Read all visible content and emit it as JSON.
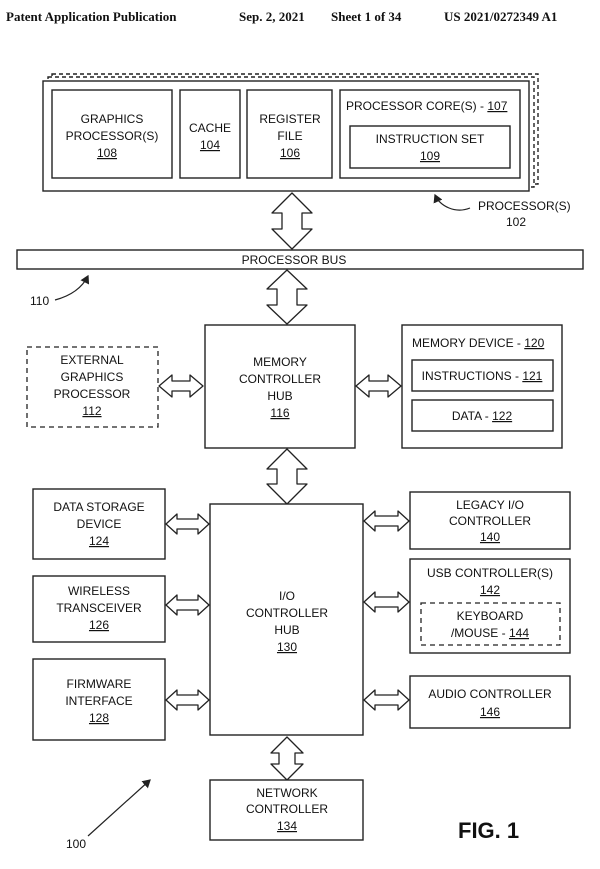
{
  "header": {
    "left": "Patent Application Publication",
    "date": "Sep. 2, 2021",
    "sheet": "Sheet 1 of 34",
    "number": "US 2021/0272349 A1"
  },
  "diagram": {
    "graphics_processor": {
      "line1": "GRAPHICS",
      "line2": "PROCESSOR(S)",
      "ref": "108"
    },
    "cache": {
      "line1": "CACHE",
      "ref": "104"
    },
    "register_file": {
      "line1": "REGISTER",
      "line2": "FILE",
      "ref": "106"
    },
    "processor_core": {
      "label": "PROCESSOR CORE(S) - ",
      "ref": "107"
    },
    "instruction_set": {
      "line1": "INSTRUCTION SET",
      "ref": "109"
    },
    "processor": {
      "label": "PROCESSOR(S)",
      "ref": "102"
    },
    "processor_bus": {
      "label": "PROCESSOR BUS"
    },
    "bus_ref": "110",
    "external_graphics": {
      "line1": "EXTERNAL",
      "line2": "GRAPHICS",
      "line3": "PROCESSOR",
      "ref": "112"
    },
    "memory_controller_hub": {
      "line1": "MEMORY",
      "line2": "CONTROLLER",
      "line3": "HUB",
      "ref": "116"
    },
    "memory_device": {
      "label": "MEMORY DEVICE - ",
      "ref": "120"
    },
    "instructions": {
      "label": "INSTRUCTIONS - ",
      "ref": "121"
    },
    "data": {
      "label": "DATA - ",
      "ref": "122"
    },
    "data_storage": {
      "line1": "DATA STORAGE",
      "line2": "DEVICE",
      "ref": "124"
    },
    "wireless": {
      "line1": "WIRELESS",
      "line2": "TRANSCEIVER",
      "ref": "126"
    },
    "firmware": {
      "line1": "FIRMWARE",
      "line2": "INTERFACE",
      "ref": "128"
    },
    "io_controller_hub": {
      "line1": "I/O",
      "line2": "CONTROLLER",
      "line3": "HUB",
      "ref": "130"
    },
    "legacy_io": {
      "line1": "LEGACY I/O",
      "line2": "CONTROLLER",
      "ref": "140"
    },
    "usb_controller": {
      "line1": "USB CONTROLLER(S)",
      "ref": "142"
    },
    "keyboard_mouse": {
      "line1": "KEYBOARD",
      "line2": "/MOUSE - ",
      "ref": "144"
    },
    "audio_controller": {
      "line1": "AUDIO CONTROLLER",
      "ref": "146"
    },
    "network_controller": {
      "line1": "NETWORK",
      "line2": "CONTROLLER",
      "ref": "134"
    },
    "system_ref": "100",
    "figure_label": "FIG. 1"
  }
}
